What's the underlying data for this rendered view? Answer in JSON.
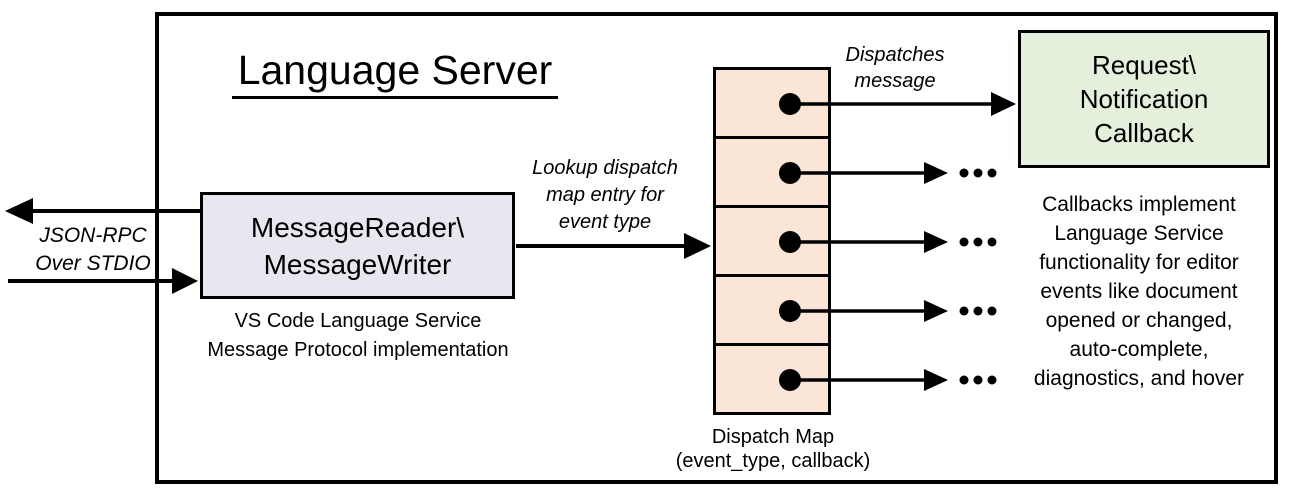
{
  "diagram": {
    "title": "Language Server",
    "io_label": {
      "line1": "JSON-RPC",
      "line2": "Over STDIO"
    },
    "message_box": {
      "line1": "MessageReader\\",
      "line2": "MessageWriter",
      "caption_line1": "VS Code Language Service",
      "caption_line2": "Message Protocol implementation"
    },
    "lookup_label": {
      "line1": "Lookup dispatch",
      "line2": "map entry for",
      "line3": "event type"
    },
    "dispatches_label": {
      "line1": "Dispatches",
      "line2": "message"
    },
    "dispatch_map": {
      "row_count": 5,
      "caption_line1": "Dispatch Map",
      "caption_line2": "(event_type, callback)"
    },
    "callback_box": {
      "line1": "Request\\",
      "line2": "Notification",
      "line3": "Callback"
    },
    "callbacks_note": {
      "lines": [
        "Callbacks implement",
        "Language Service",
        "functionality for editor",
        "events like document",
        "opened or changed,",
        "auto-complete,",
        "diagnostics, and hover"
      ]
    },
    "colors": {
      "message_box_fill": "#e8e6ee",
      "dispatch_map_fill": "#fbe5d6",
      "callback_box_fill": "#e4efdc",
      "stroke": "#000000"
    }
  }
}
